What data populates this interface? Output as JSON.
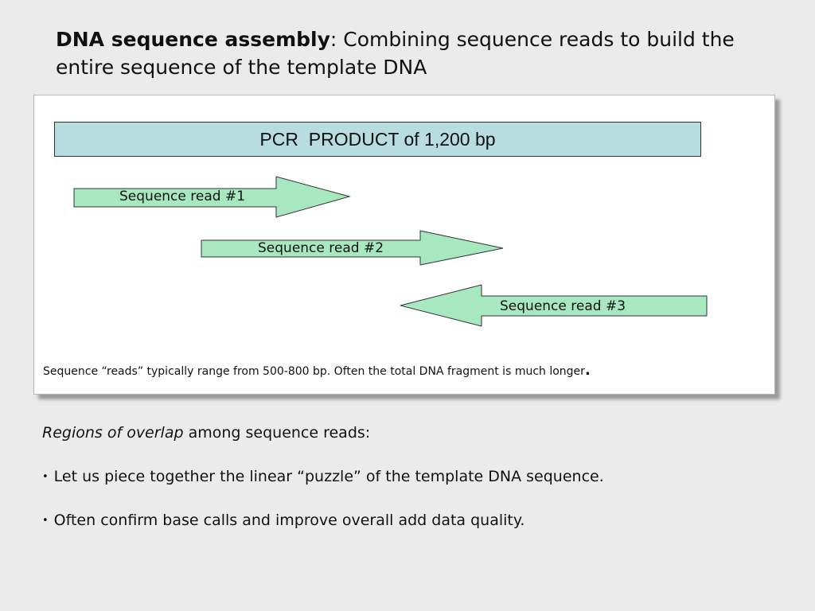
{
  "title": {
    "bold": "DNA sequence assembly",
    "rest": ": Combining sequence reads to build the entire sequence of the template DNA"
  },
  "diagram": {
    "pcr_label": "PCR  PRODUCT of 1,200 bp",
    "reads": [
      {
        "label": "Sequence read #1",
        "direction": "forward"
      },
      {
        "label": "Sequence read #2",
        "direction": "forward"
      },
      {
        "label": "Sequence read #3",
        "direction": "reverse"
      }
    ],
    "note": "Sequence “reads” typically range from 500-800 bp.  Often the total DNA fragment is much longer",
    "note_end": ".",
    "colors": {
      "pcr_fill": "#b7dde1",
      "arrow_fill": "#a7e8c1",
      "stroke": "#333333"
    }
  },
  "body": {
    "overlap_italic": "Regions of overlap",
    "overlap_rest": " among sequence reads:",
    "bullets": [
      "Let us piece together the linear “puzzle” of the template DNA sequence.",
      "Often confirm base calls and improve overall add data quality."
    ]
  }
}
